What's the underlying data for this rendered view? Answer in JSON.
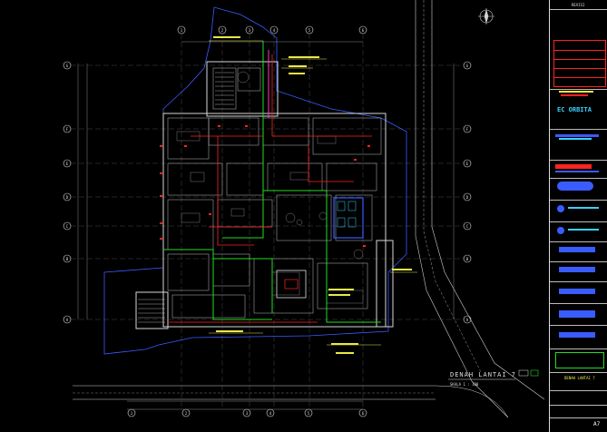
{
  "drawing": {
    "title": "DENAH LANTAI 7",
    "scale": "SKALA 1 : 100",
    "grid_top": [
      "1",
      "2",
      "3",
      "4",
      "5",
      "6"
    ],
    "grid_left": [
      "G",
      "F",
      "E",
      "D",
      "C",
      "B",
      "A"
    ],
    "grid_right": [
      "G",
      "F",
      "E",
      "D",
      "C",
      "B",
      "A"
    ],
    "grid_bottom": [
      "1",
      "2",
      "3",
      "4",
      "5",
      "6"
    ]
  },
  "title_block": {
    "header": "REVISI",
    "company": "EC ORBITA",
    "drawing_name": "DENAH LANTAI 7",
    "sheet": "A7"
  },
  "colors": {
    "background": "#000000",
    "walls": "#d8d8d8",
    "green_line": "#22dd22",
    "red_line": "#ff2222",
    "blue_boundary": "#3a5cff",
    "yellow_text": "#e8e84a",
    "cyan_text": "#3ad0ff",
    "magenta": "#ff33cc"
  },
  "icons": {
    "north_arrow": "north-arrow-icon"
  }
}
